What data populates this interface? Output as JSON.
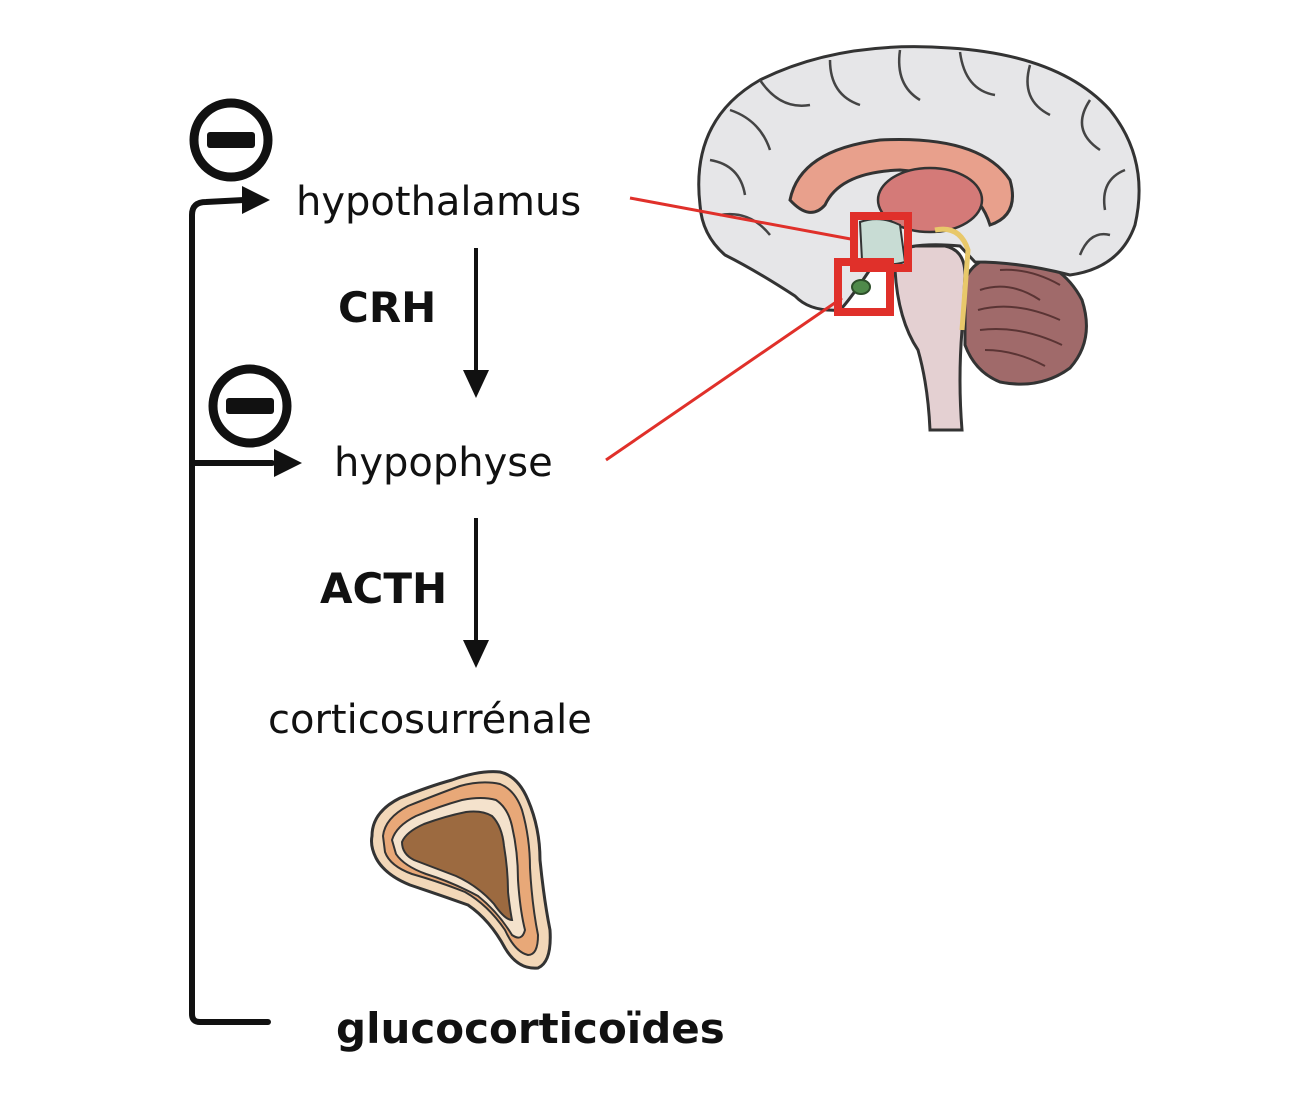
{
  "diagram": {
    "labels": {
      "hypothalamus": "hypothalamus",
      "crh": "CRH",
      "hypophyse": "hypophyse",
      "acth": "ACTH",
      "corticosurrenale": "corticosurrénale",
      "glucocorticoides": "glucocorticoïdes"
    },
    "inhibition_icons": [
      "minus-circle-icon",
      "minus-circle-icon"
    ],
    "colors": {
      "highlight": "#e0302a",
      "brain_cortex": "#e6e6e8",
      "corpus_callosum": "#e8a08c",
      "thalamus": "#d47a78",
      "cerebellum": "#a06a6a",
      "brainstem": "#e4d0d2",
      "adrenal_outer": "#e8a878",
      "adrenal_inner": "#9c6a40"
    }
  }
}
